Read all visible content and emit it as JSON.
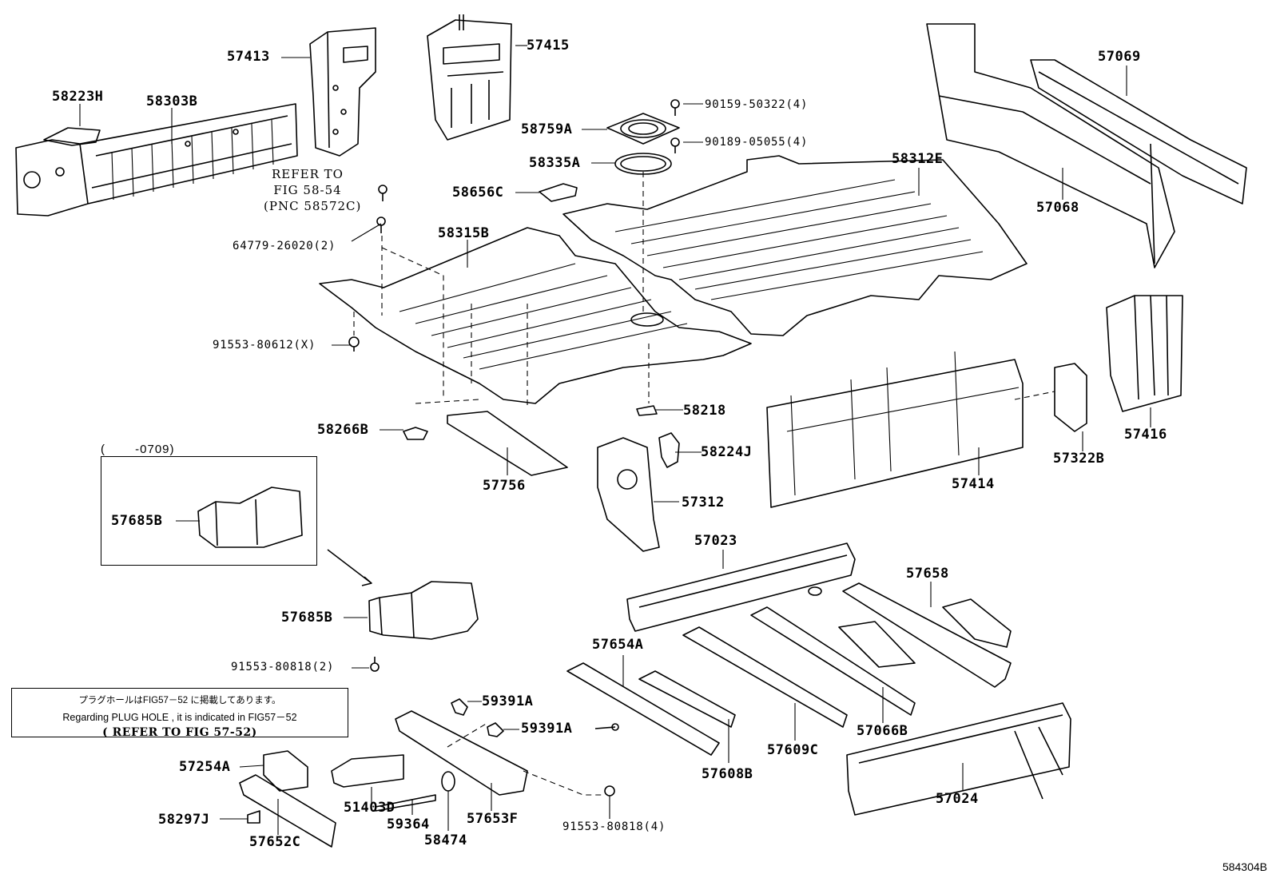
{
  "diagram_code": "584304B",
  "inset_caption": "(　　 -0709)",
  "refer_note": {
    "line1": "REFER TO",
    "line2": "FIG 58-54",
    "line3": "(PNC 58572C)"
  },
  "plug_note": {
    "japanese": "プラグホールはFIG57－52 に掲載してあります。",
    "english": "Regarding PLUG HOLE , it is indicated in FIG57－52",
    "refer": "( REFER TO FIG 57-52)"
  },
  "parts": {
    "p58223H": "58223H",
    "p58303B": "58303B",
    "p57413": "57413",
    "p57415": "57415",
    "p90159": "90159-50322(4)",
    "p58759A": "58759A",
    "p90189": "90189-05055(4)",
    "p58335A": "58335A",
    "p58312E": "58312E",
    "p57069": "57069",
    "p57068": "57068",
    "p58656C": "58656C",
    "p58315B": "58315B",
    "p64779": "64779-26020(2)",
    "p91553a": "91553-80612(X)",
    "p58218": "58218",
    "p58266B": "58266B",
    "p58224J": "58224J",
    "p57756": "57756",
    "p57312": "57312",
    "p57414": "57414",
    "p57322B": "57322B",
    "p57416": "57416",
    "p57685Ba": "57685B",
    "p57685Bb": "57685B",
    "p91553b": "91553-80818(2)",
    "p57023": "57023",
    "p57658": "57658",
    "p57654A": "57654A",
    "p59391Aa": "59391A",
    "p59391Ab": "59391A",
    "p57254A": "57254A",
    "p51403D": "51403D",
    "p59364": "59364",
    "p58474": "58474",
    "p57653F": "57653F",
    "p91553c": "91553-80818(4)",
    "p58297J": "58297J",
    "p57652C": "57652C",
    "p57608B": "57608B",
    "p57609C": "57609C",
    "p57066B": "57066B",
    "p57024": "57024"
  }
}
